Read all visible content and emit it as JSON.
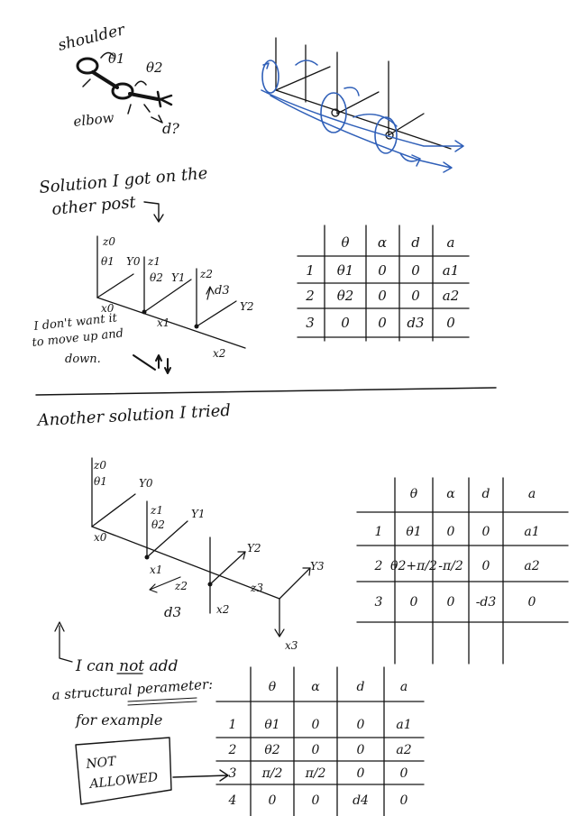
{
  "notes": {
    "shoulder": "shoulder",
    "elbow": "elbow",
    "theta1": "θ1",
    "theta2": "θ2",
    "d_question": "d?",
    "solution_got_line1": "Solution I got on the",
    "solution_got_line2": "other post",
    "dont_want_line1": "I don't want it",
    "dont_want_line2": "to move up and",
    "dont_want_line3": "down.",
    "another_solution": "Another solution I tried",
    "cannot_add_line1": "I can not add",
    "cannot_add_line2": "a structural perameter:",
    "cannot_add_line3": "for example",
    "not_allowed_line1": "NOT",
    "not_allowed_line2": "ALLOWED"
  },
  "frames1": {
    "z0": "z0",
    "y0": "Y0",
    "x0": "x0",
    "th1": "θ1",
    "z1": "z1",
    "y1": "Y1",
    "x1": "x1",
    "th2": "θ2",
    "z2": "z2",
    "y2": "Y2",
    "x2": "x2",
    "d3": "d3"
  },
  "frames2": {
    "z0": "z0",
    "y0": "Y0",
    "x0": "x0",
    "th1": "θ1",
    "z1": "z1",
    "y1": "Y1",
    "x1": "x1",
    "th2": "θ2",
    "z2": "z2",
    "y2": "Y2",
    "x2": "x2",
    "d3": "d3",
    "z3": "z3",
    "y3": "Y3",
    "x3": "x3"
  },
  "table1": {
    "header": [
      "θ",
      "α",
      "d",
      "a"
    ],
    "rows": [
      [
        "1",
        "θ1",
        "0",
        "0",
        "a1"
      ],
      [
        "2",
        "θ2",
        "0",
        "0",
        "a2"
      ],
      [
        "3",
        "0",
        "0",
        "d3",
        "0"
      ]
    ]
  },
  "table2": {
    "header": [
      "θ",
      "α",
      "d",
      "a"
    ],
    "rows": [
      [
        "1",
        "θ1",
        "0",
        "0",
        "a1"
      ],
      [
        "2",
        "θ2+π/2",
        "-π/2",
        "0",
        "a2"
      ],
      [
        "3",
        "0",
        "0",
        "-d3",
        "0"
      ]
    ]
  },
  "table3": {
    "header": [
      "θ",
      "α",
      "d",
      "a"
    ],
    "rows": [
      [
        "1",
        "θ1",
        "0",
        "0",
        "a1"
      ],
      [
        "2",
        "θ2",
        "0",
        "0",
        "a2"
      ],
      [
        "3",
        "π/2",
        "π/2",
        "0",
        "0"
      ],
      [
        "4",
        "0",
        "0",
        "d4",
        "0"
      ]
    ]
  }
}
